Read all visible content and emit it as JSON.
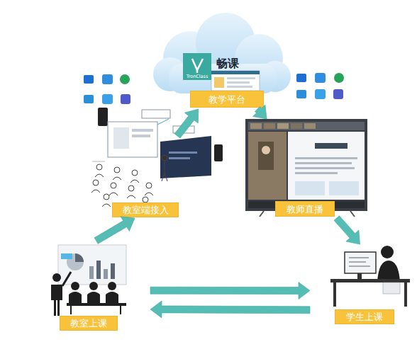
{
  "diagram": {
    "nodes": [
      {
        "text": [
          "畅课"
        ]
      },
      {
        "text": [
          "TronClass"
        ],
        "in": 0
      },
      {
        "text": [
          "教学平台"
        ],
        "in": 0
      },
      {
        "text": [
          "教室端接入"
        ]
      },
      {
        "text": [
          "教师直播"
        ]
      },
      {
        "text": [
          "教室上课"
        ]
      },
      {
        "text": [
          "学生上课"
        ]
      }
    ],
    "edges": [
      {
        "from": 5,
        "to": 3,
        "arrow": "to"
      },
      {
        "from": 3,
        "to": 0,
        "arrow": "to"
      },
      {
        "from": 0,
        "to": 4,
        "arrow": "to"
      },
      {
        "from": 4,
        "to": 6,
        "arrow": "to"
      },
      {
        "from": 5,
        "to": 6,
        "arrow": "to"
      },
      {
        "from": 6,
        "to": 5,
        "arrow": "to"
      }
    ]
  }
}
